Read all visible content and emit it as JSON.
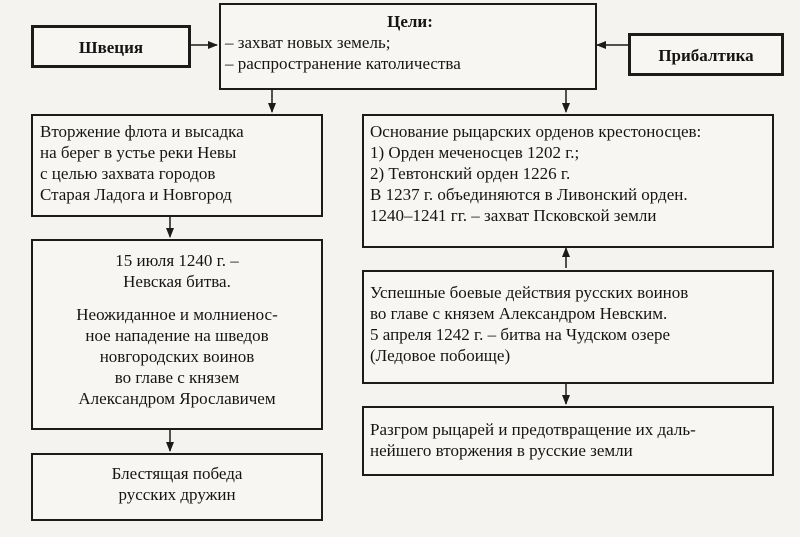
{
  "goals": {
    "title": "Цели:",
    "items": [
      "– захват новых земель;",
      "– распространение католичества"
    ]
  },
  "sweden": {
    "label": "Швеция"
  },
  "baltics": {
    "label": "Прибалтика"
  },
  "left": {
    "invasion": [
      "Вторжение флота и высадка",
      "на берег в устье реки Невы",
      "с целью захвата городов",
      "Старая Ладога и Новгород"
    ],
    "battle_date": [
      "15 июля 1240 г. –",
      "Невская битва."
    ],
    "battle_desc": [
      "Неожиданное и молниенос-",
      "ное нападение на шведов",
      "новгородских воинов",
      "во главе с князем",
      "Александром Ярославичем"
    ],
    "victory": [
      "Блестящая победа",
      "русских дружин"
    ]
  },
  "right": {
    "orders": [
      "Основание рыцарских орденов крестоносцев:",
      "1) Орден меченосцев 1202 г.;",
      "2) Тевтонский орден 1226 г.",
      "В 1237 г. объединяются в Ливонский орден.",
      "1240–1241 гг. – захват Псковской земли"
    ],
    "actions": [
      "Успешные боевые действия русских воинов",
      "во главе с князем Александром Невским.",
      "5 апреля 1242 г. – битва на Чудском озере",
      "(Ледовое побоище)"
    ],
    "result": [
      "Разгром рыцарей и предотвращение их даль-",
      "нейшего вторжения в русские земли"
    ]
  }
}
